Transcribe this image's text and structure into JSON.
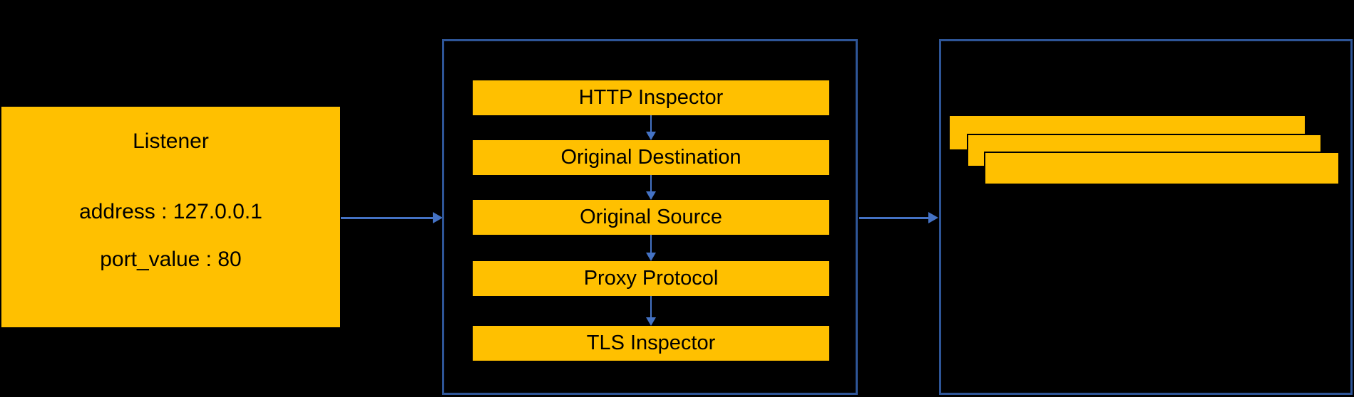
{
  "colors": {
    "accent": "#FFC000",
    "border": "#2E5597",
    "arrow": "#4472C4",
    "background": "#000000",
    "text": "#000000"
  },
  "listener": {
    "title": "Listener",
    "lines": [
      "address : 127.0.0.1",
      "port_value : 80"
    ]
  },
  "filters": {
    "items": [
      "HTTP Inspector",
      "Original Destination",
      "Original Source",
      "Proxy Protocol",
      "TLS Inspector"
    ]
  },
  "chains": {
    "card_count": 3
  }
}
